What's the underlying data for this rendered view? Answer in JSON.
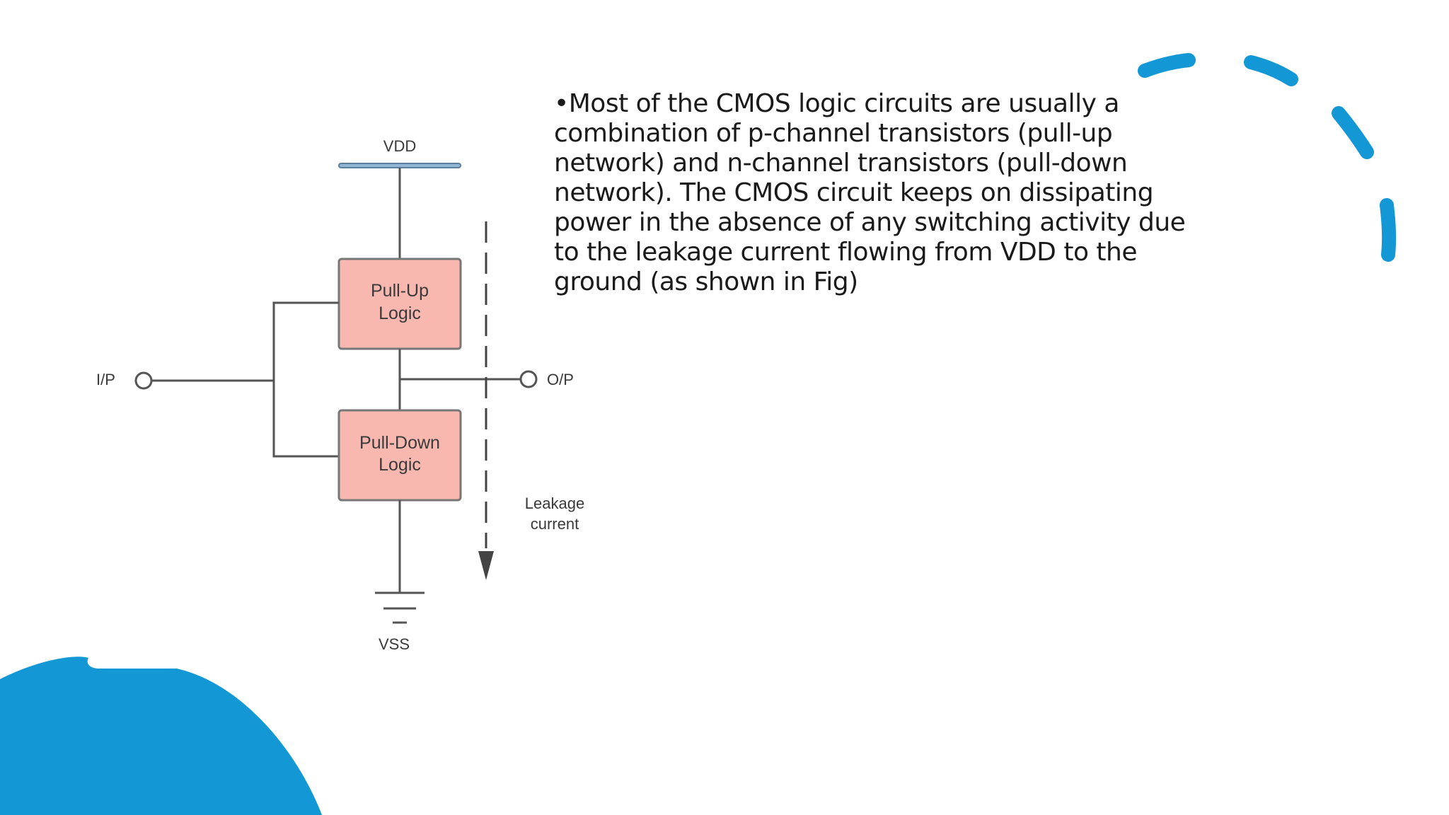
{
  "slide": {
    "body_text": "•Most of the CMOS logic circuits are usually a combination of p-channel transistors (pull-up network) and n-channel transistors (pull-down network). The CMOS circuit keeps on dissipating power in the absence of any switching activity due to the leakage current flowing from VDD to the ground (as shown in Fig)"
  },
  "diagram": {
    "vdd_label": "VDD",
    "vss_label": "VSS",
    "input_label": "I/P",
    "output_label": "O/P",
    "pull_up_line1": "Pull-Up",
    "pull_up_line2": "Logic",
    "pull_down_line1": "Pull-Down",
    "pull_down_line2": "Logic",
    "leakage_line1": "Leakage",
    "leakage_line2": "current"
  },
  "colors": {
    "accent_blue": "#1498d5",
    "logic_block_fill": "#f8b8b0",
    "vdd_rail": "#7ea3c4"
  }
}
